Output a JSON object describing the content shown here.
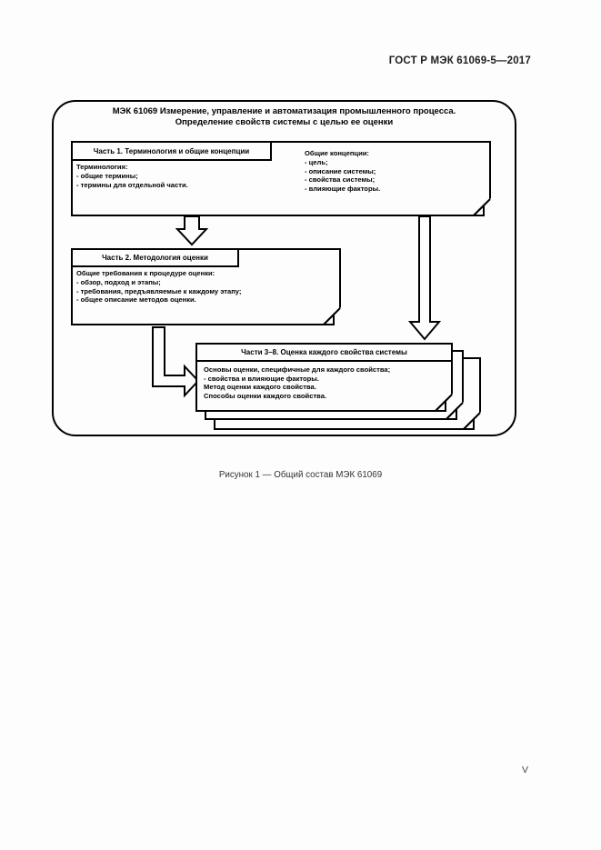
{
  "page": {
    "header": "ГОСТ Р МЭК 61069-5—2017",
    "caption": "Рисунок 1 — Общий состав МЭК 61069",
    "page_number": "V"
  },
  "diagram": {
    "title": "МЭК 61069 Измерение, управление и автоматизация промышленного процесса.\nОпределение свойств системы с целью ее оценки",
    "part1": {
      "header": "Часть 1. Терминология и общие концепции",
      "terminology": "Терминология:\n- общие термины;\n- термины для отдельной части.",
      "concepts": "Общие концепции:\n- цель;\n- описание системы;\n- свойства системы;\n- влияющие факторы."
    },
    "part2": {
      "header": "Часть 2. Методология оценки",
      "body": "Общие требования к процедуре оценки:\n- обзор, подход и этапы;\n- требования, предъявляемые к каждому этапу;\n- общее описание методов оценки."
    },
    "parts3_8": {
      "header": "Части 3–8. Оценка каждого свойства системы",
      "body": "Основы оценки, специфичные для каждого свойства;\n- свойства и влияющие факторы.\nМетод оценки каждого свойства.\nСпособы оценки каждого свойства."
    }
  },
  "colors": {
    "ink": "#000000",
    "paper": "#fdfdfd"
  }
}
